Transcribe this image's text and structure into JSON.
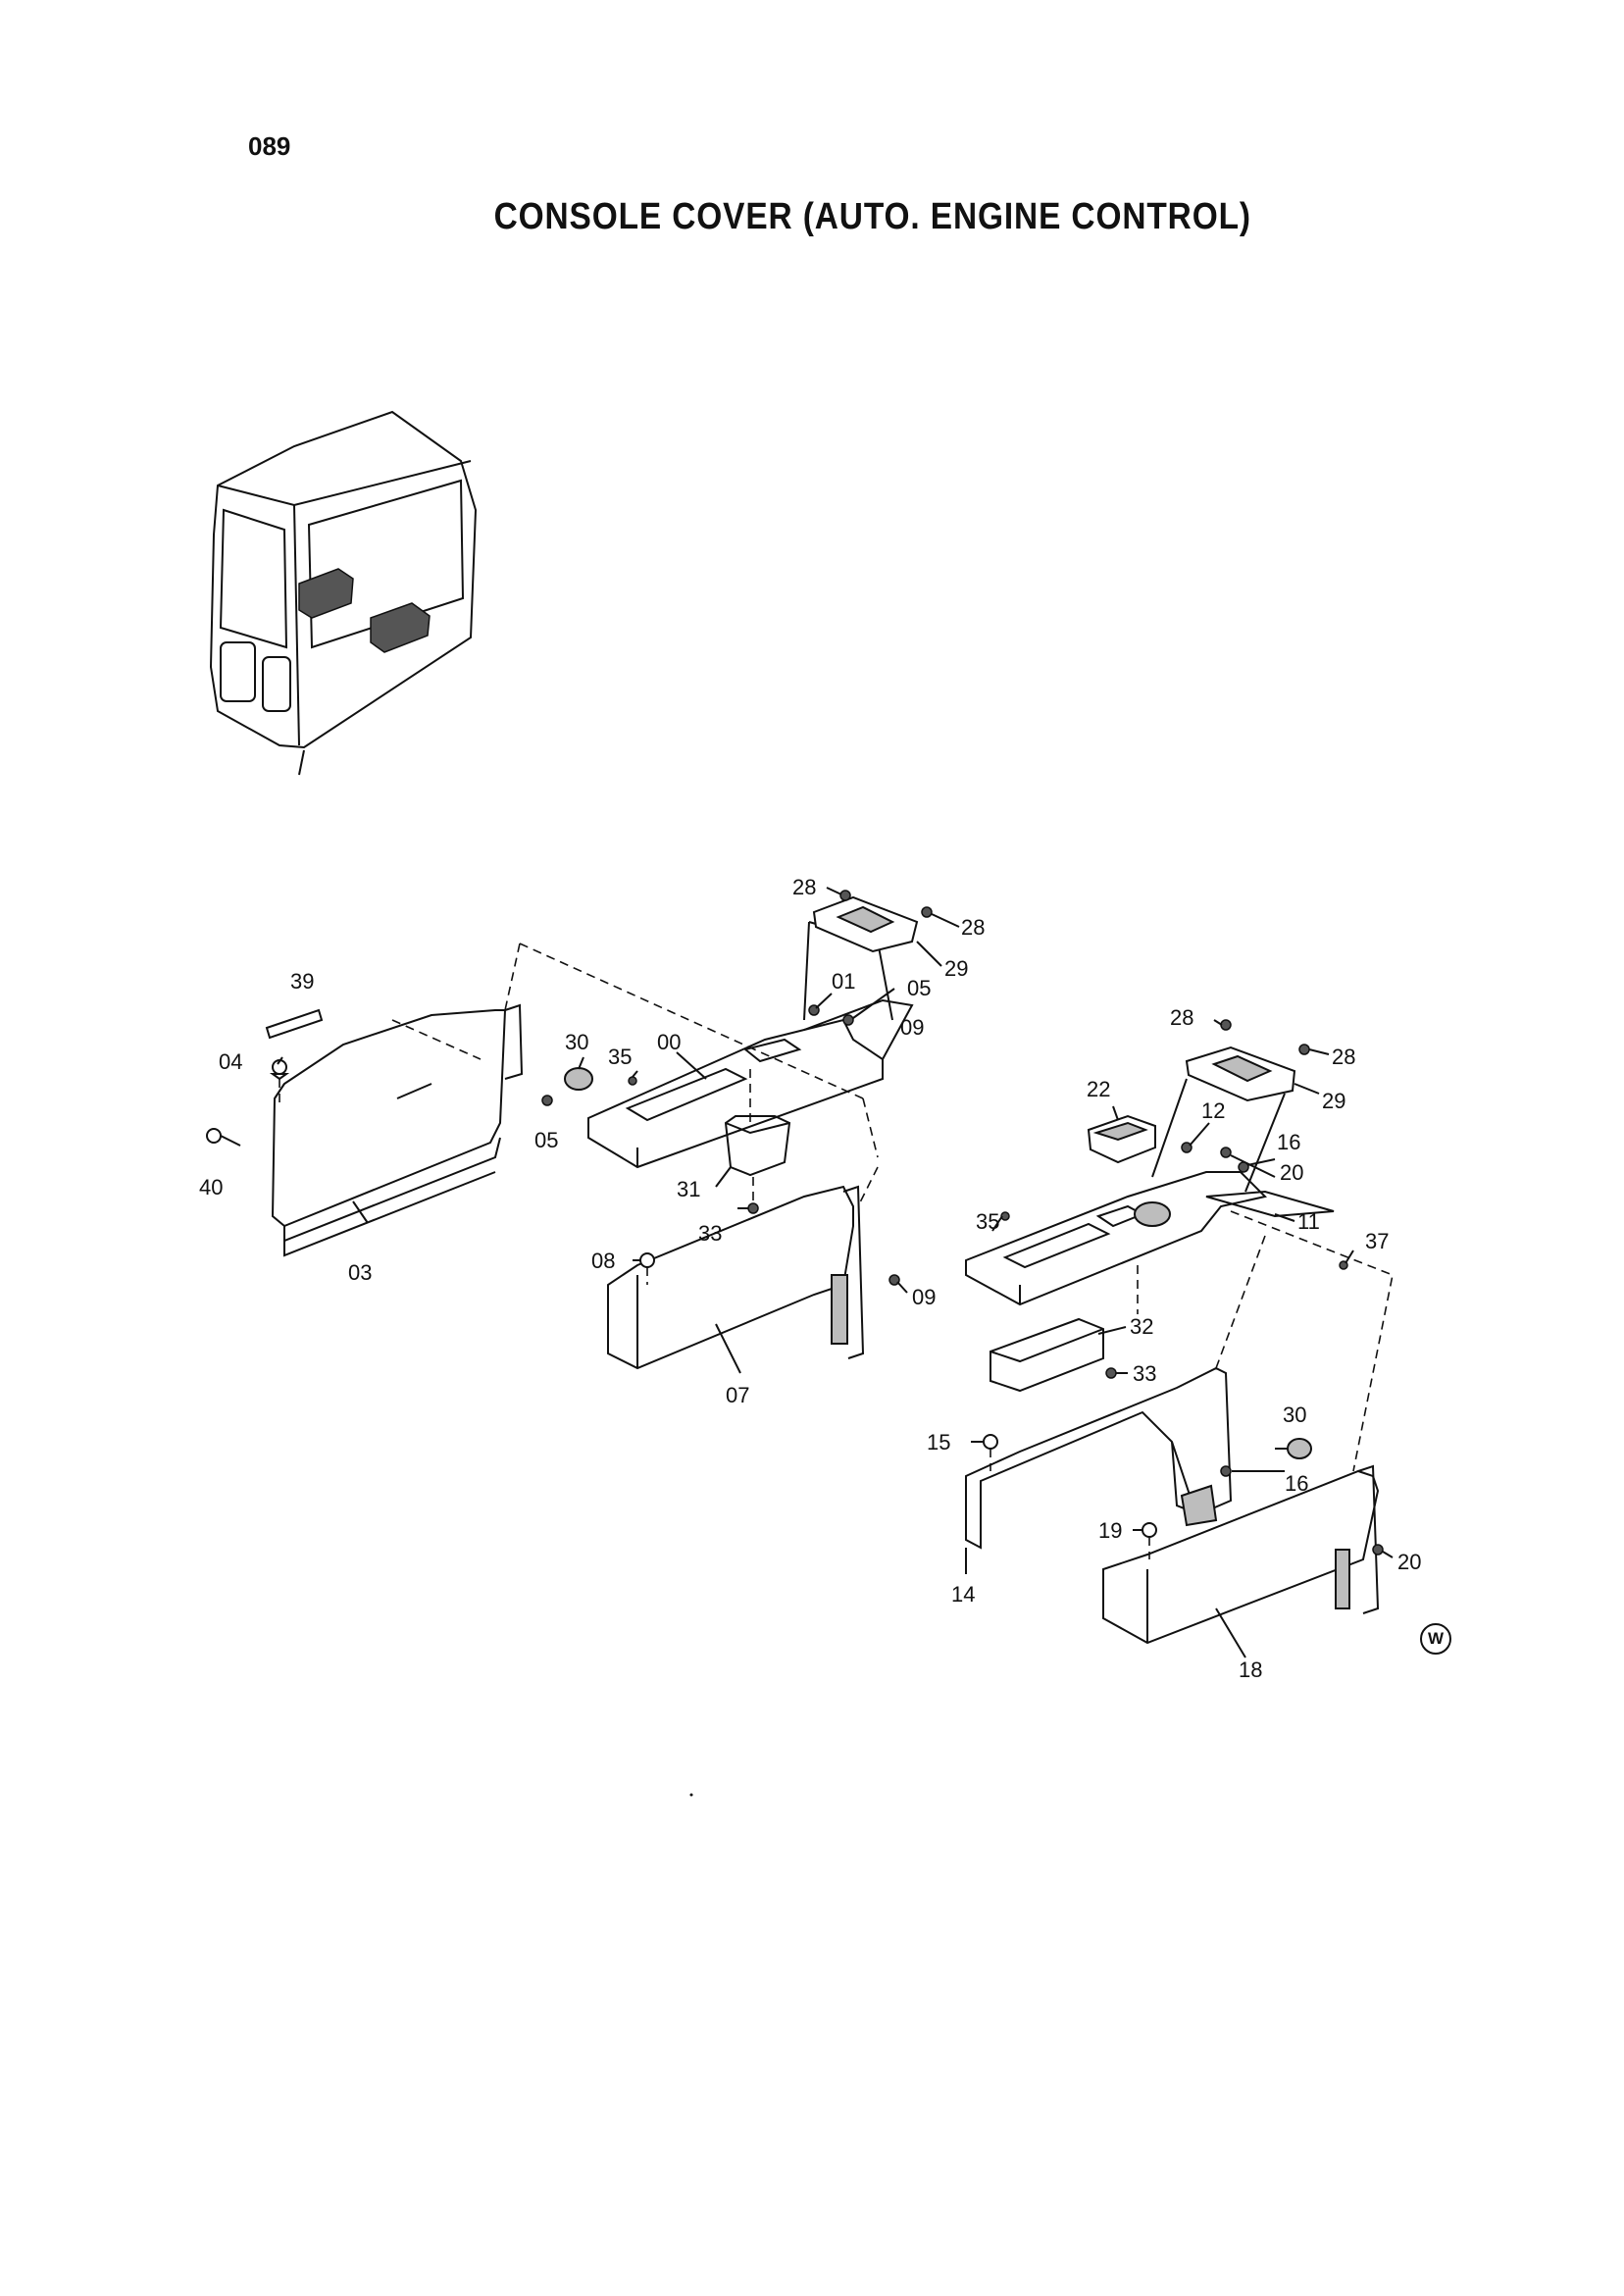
{
  "page_number": "089",
  "title": "CONSOLE COVER (AUTO. ENGINE CONTROL)",
  "corner_mark": "W",
  "callouts": {
    "left_panel": {
      "c39": "39",
      "c04": "04",
      "c40": "40",
      "c03": "03",
      "c30": "30",
      "c35": "35",
      "c00": "00",
      "c05b": "05",
      "c28a": "28",
      "c28b": "28",
      "c29": "29",
      "c01": "01",
      "c05a": "05",
      "c09a": "09",
      "c31": "31",
      "c33": "33",
      "c08": "08",
      "c09b": "09",
      "c07": "07"
    },
    "right_panel": {
      "c28a": "28",
      "c28b": "28",
      "c29": "29",
      "c22": "22",
      "c12": "12",
      "c16a": "16",
      "c20a": "20",
      "c35": "35",
      "c11": "11",
      "c37": "37",
      "c32": "32",
      "c33": "33",
      "c30": "30",
      "c15": "15",
      "c16b": "16",
      "c19": "19",
      "c20b": "20",
      "c14": "14",
      "c18": "18"
    }
  }
}
